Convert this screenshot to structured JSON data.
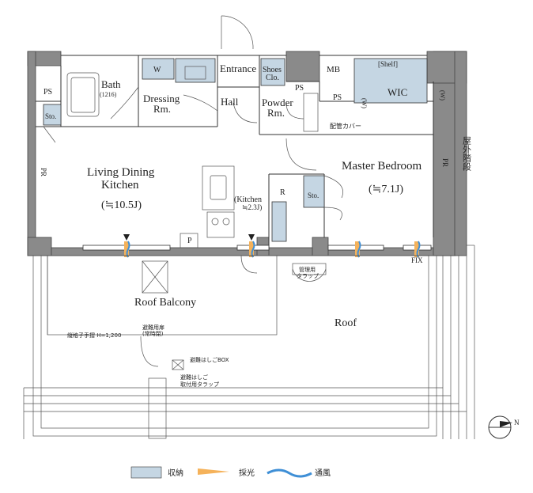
{
  "rooms": {
    "bath": "Bath",
    "bath_size": "(1216)",
    "dressing_l1": "Dressing",
    "dressing_l2": "Rm.",
    "entrance": "Entrance",
    "shoes_l1": "Shoes",
    "shoes_l2": "Clo.",
    "mb": "MB",
    "shelf": "[Shelf]",
    "wic": "WIC",
    "w_left": "(W)",
    "w_right": "(W)",
    "ps1": "PS",
    "ps2": "PS",
    "ps3": "PS",
    "sto_left": "Sto.",
    "sto_right": "Sto.",
    "hall": "Hall",
    "powder_l1": "Powder",
    "powder_l2": "Rm.",
    "haikan": "配管カバー",
    "ldk_l1": "Living Dining",
    "ldk_l2": "Kitchen",
    "ldk_size": "(≒10.5J)",
    "kitchen_l1": "(Kitchen",
    "kitchen_l2": "≒2.3J)",
    "r": "R",
    "p": "P",
    "pr_left": "PR",
    "pr_right": "PR",
    "master": "Master Bedroom",
    "master_size": "(≒7.1J)",
    "w": "W",
    "fix": "FIX",
    "outdoor_stairs": "屋外階段",
    "kanri_l1": "管理用",
    "kanri_l2": "タラップ",
    "roof_balcony": "Roof Balcony",
    "roof": "Roof",
    "tatekoshi": "縦格子手摺 H=1,200",
    "hinan_l1": "避難用扉",
    "hinan_l2": "(常時閉)",
    "hashigo_box": "避難はしごBOX",
    "hashigo_l1": "避難はしご",
    "hashigo_l2": "取付用タラップ"
  },
  "legend": {
    "storage": "収納",
    "light": "採光",
    "ventilation": "通風"
  },
  "colors": {
    "storage": "#c5d6e3",
    "light": "#f5b25a",
    "ventilation": "#3f8fd6",
    "wall": "#8a8a8a"
  },
  "compass": "N"
}
